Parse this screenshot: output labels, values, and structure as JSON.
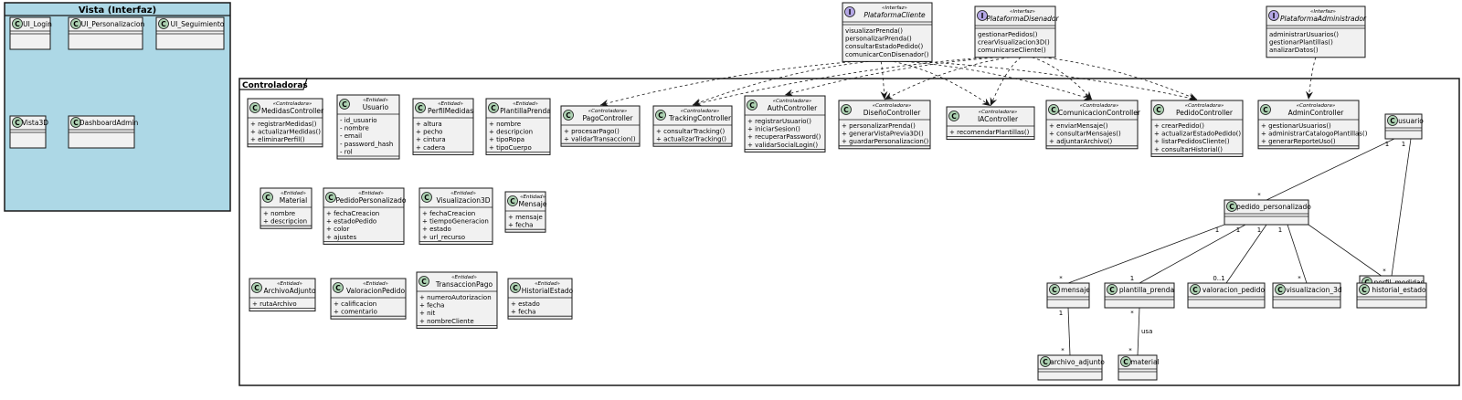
{
  "packages": {
    "vista": "Vista (Interfaz)",
    "controladoras": "Controladoras"
  },
  "ui_classes": [
    "UI_Login",
    "UI_Personalizacion",
    "UI_Seguimiento",
    "Vista3D",
    "DashboardAdmin"
  ],
  "interfaces": [
    {
      "id": "cliente",
      "stereotype": "«Interfaz»",
      "name": "PlataformaCliente",
      "methods": [
        "visualizarPrenda()",
        "personalizarPrenda()",
        "consultarEstadoPedido()",
        "comunicarConDisenador()"
      ]
    },
    {
      "id": "disenador",
      "stereotype": "«Interfaz»",
      "name": "PlataformaDisenador",
      "methods": [
        "gestionarPedidos()",
        "crearVisualizacion3D()",
        "comunicarseCliente()"
      ]
    },
    {
      "id": "admin",
      "stereotype": "«Interfaz»",
      "name": "PlataformaAdministrador",
      "methods": [
        "administrarUsuarios()",
        "gestionarPlantillas()",
        "analizarDatos()"
      ]
    }
  ],
  "classes": [
    {
      "id": "medidas",
      "stereotype": "«Controladora»",
      "name": "MedidasController",
      "members": [
        "+ registrarMedidas()",
        "+ actualizarMedidas()",
        "+ eliminarPerfil()"
      ]
    },
    {
      "id": "usuarioEnt",
      "stereotype": "«Entidad»",
      "name": "Usuario",
      "members": [
        "- id_usuario",
        "- nombre",
        "- email",
        "- password_hash",
        "- rol"
      ]
    },
    {
      "id": "perfil",
      "stereotype": "«Entidad»",
      "name": "PerfilMedidas",
      "members": [
        "+ altura",
        "+ pecho",
        "+ cintura",
        "+ cadera"
      ]
    },
    {
      "id": "plantilla",
      "stereotype": "«Entidad»",
      "name": "PlantillaPrenda",
      "members": [
        "+ nombre",
        "+ descripcion",
        "+ tipoRopa",
        "+ tipoCuerpo"
      ]
    },
    {
      "id": "pago",
      "stereotype": "«Controladora»",
      "name": "PagoController",
      "members": [
        "+ procesarPago()",
        "+ validarTransaccion()"
      ]
    },
    {
      "id": "tracking",
      "stereotype": "«Controladora»",
      "name": "TrackingController",
      "members": [
        "+ consultarTracking()",
        "+ actualizarTracking()"
      ]
    },
    {
      "id": "auth",
      "stereotype": "«Controladora»",
      "name": "AuthController",
      "members": [
        "+ registrarUsuario()",
        "+ iniciarSesion()",
        "+ recuperarPassword()",
        "+ validarSocialLogin()"
      ]
    },
    {
      "id": "diseno",
      "stereotype": "«Controladora»",
      "name": "DiseñoController",
      "members": [
        "+ personalizarPrenda()",
        "+ generarVistaPrevia3D()",
        "+ guardarPersonalizacion()"
      ]
    },
    {
      "id": "ia",
      "stereotype": "«Controladora»",
      "name": "IAController",
      "members": [
        "+ recomendarPlantillas()"
      ]
    },
    {
      "id": "comunicacion",
      "stereotype": "«Controladora»",
      "name": "ComunicacionController",
      "members": [
        "+ enviarMensaje()",
        "+ consultarMensajes()",
        "+ adjuntarArchivo()"
      ]
    },
    {
      "id": "pedido",
      "stereotype": "«Controladora»",
      "name": "PedidoController",
      "members": [
        "+ crearPedido()",
        "+ actualizarEstadoPedido()",
        "+ listarPedidosCliente()",
        "+ consultarHistorial()"
      ]
    },
    {
      "id": "adminCtl",
      "stereotype": "«Controladora»",
      "name": "AdminController",
      "members": [
        "+ gestionarUsuarios()",
        "+ administrarCatalogoPlantillas()",
        "+ generarReporteUso()"
      ]
    },
    {
      "id": "material",
      "stereotype": "«Entidad»",
      "name": "Material",
      "members": [
        "+ nombre",
        "+ descripcion"
      ]
    },
    {
      "id": "pedidoPers",
      "stereotype": "«Entidad»",
      "name": "PedidoPersonalizado",
      "members": [
        "+ fechaCreacion",
        "+ estadoPedido",
        "+ color",
        "+ ajustes"
      ]
    },
    {
      "id": "visual",
      "stereotype": "«Entidad»",
      "name": "Visualizacion3D",
      "members": [
        "+ fechaCreacion",
        "+ tiempoGeneracion",
        "+ estado",
        "+ url_recurso"
      ]
    },
    {
      "id": "mensajeEnt",
      "stereotype": "«Entidad»",
      "name": "Mensaje",
      "members": [
        "+ mensaje",
        "+ fecha"
      ]
    },
    {
      "id": "archivo",
      "stereotype": "«Entidad»",
      "name": "ArchivoAdjunto",
      "members": [
        "+ rutaArchivo"
      ]
    },
    {
      "id": "valoracion",
      "stereotype": "«Entidad»",
      "name": "ValoracionPedido",
      "members": [
        "+ calificacion",
        "+ comentario"
      ]
    },
    {
      "id": "transaccion",
      "stereotype": "«Entidad»",
      "name": "TransaccionPago",
      "members": [
        "+ numeroAutorizacion",
        "+ fecha",
        "+ nit",
        "+ nombreCliente"
      ]
    },
    {
      "id": "historial",
      "stereotype": "«Entidad»",
      "name": "HistorialEstado",
      "members": [
        "+ estado",
        "+ fecha"
      ]
    }
  ],
  "db_classes": [
    "usuario",
    "pedido_personalizado",
    "perfil_medidas",
    "mensaje",
    "plantilla_prenda",
    "valoracion_pedido",
    "visualizacion_3d",
    "historial_estado",
    "archivo_adjunto",
    "material"
  ],
  "associations": [
    {
      "from": "usuario",
      "to": "pedido_personalizado",
      "m1": "1",
      "m2": "*"
    },
    {
      "from": "usuario",
      "to": "perfil_medidas",
      "m1": "1",
      "m2": "*"
    },
    {
      "from": "pedido_personalizado",
      "to": "mensaje",
      "m1": "1",
      "m2": "*"
    },
    {
      "from": "pedido_personalizado",
      "to": "plantilla_prenda",
      "m1": "1",
      "m2": "1"
    },
    {
      "from": "pedido_personalizado",
      "to": "valoracion_pedido",
      "m1": "1",
      "m2": "0..1"
    },
    {
      "from": "pedido_personalizado",
      "to": "visualizacion_3d",
      "m1": "1",
      "m2": "*"
    },
    {
      "from": "pedido_personalizado",
      "to": "historial_estado",
      "m1": "",
      "m2": "*"
    },
    {
      "from": "mensaje",
      "to": "archivo_adjunto",
      "m1": "1",
      "m2": "*"
    },
    {
      "from": "plantilla_prenda",
      "to": "material",
      "m1": "*",
      "m2": "*",
      "label": "usa"
    }
  ],
  "dependencies": [
    {
      "from": "cliente",
      "to": "pago"
    },
    {
      "from": "cliente",
      "to": "tracking"
    },
    {
      "from": "cliente",
      "to": "diseno"
    },
    {
      "from": "cliente",
      "to": "ia"
    },
    {
      "from": "cliente",
      "to": "comunicacion"
    },
    {
      "from": "cliente",
      "to": "pedido"
    },
    {
      "from": "disenador",
      "to": "tracking"
    },
    {
      "from": "disenador",
      "to": "auth"
    },
    {
      "from": "disenador",
      "to": "diseno"
    },
    {
      "from": "disenador",
      "to": "ia"
    },
    {
      "from": "disenador",
      "to": "comunicacion"
    },
    {
      "from": "disenador",
      "to": "pedido"
    },
    {
      "from": "admin",
      "to": "adminCtl"
    }
  ],
  "colors": {
    "vista_bg": "#add8e6",
    "class_bg": "#f1f1f1",
    "circle_c": "#add1b2",
    "circle_i": "#b4a7e5",
    "border": "#181818"
  },
  "icons": {
    "class": "C",
    "interface": "I"
  }
}
